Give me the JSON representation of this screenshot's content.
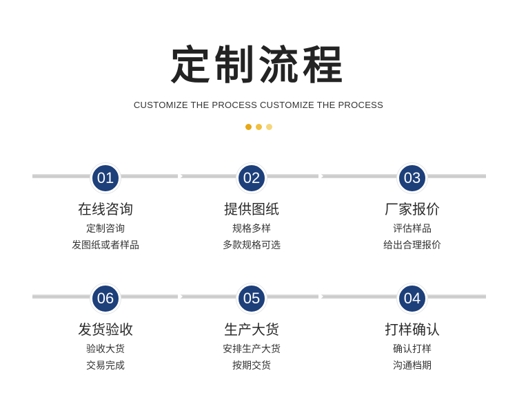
{
  "header": {
    "title": "定制流程",
    "subtitle": "CUSTOMIZE THE PROCESS CUSTOMIZE THE PROCESS",
    "dot_colors": [
      "#e6a817",
      "#f0c040",
      "#f5d67a"
    ]
  },
  "colors": {
    "badge": "#1d3f7a",
    "line": "#d0d0d0"
  },
  "row1": [
    {
      "num": "01",
      "title": "在线咨询",
      "line1": "定制咨询",
      "line2": "发图纸或者样品"
    },
    {
      "num": "02",
      "title": "提供图纸",
      "line1": "规格多样",
      "line2": "多款规格可选"
    },
    {
      "num": "03",
      "title": "厂家报价",
      "line1": "评估样品",
      "line2": "给出合理报价"
    }
  ],
  "row2": [
    {
      "num": "06",
      "title": "发货验收",
      "line1": "验收大货",
      "line2": "交易完成"
    },
    {
      "num": "05",
      "title": "生产大货",
      "line1": "安排生产大货",
      "line2": "按期交货"
    },
    {
      "num": "04",
      "title": "打样确认",
      "line1": "确认打样",
      "line2": "沟通档期"
    }
  ]
}
